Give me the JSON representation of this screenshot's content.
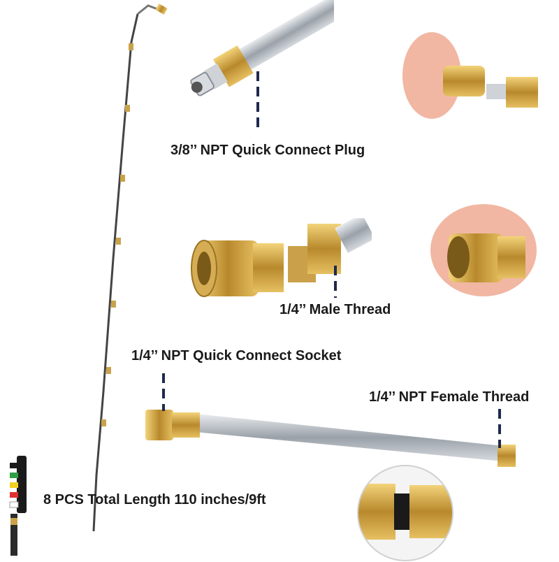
{
  "labels": {
    "plug": "3/8’’ NPT Quick Connect Plug",
    "male_thread": "1/4’’ Male Thread",
    "socket": "1/4’’ NPT Quick Connect Socket",
    "female_thread": "1/4’’ NPT Female Thread",
    "total_length": "8 PCS Total Length 110 inches/9ft"
  },
  "colors": {
    "brass": "#c9a24a",
    "steel": "#b9bec4",
    "dash": "#1f2a4d",
    "skin": "#f1b7a2"
  },
  "nozzle_tip_colors": [
    "#1a1a1a",
    "#2f9e44",
    "#f2d024",
    "#e03131",
    "#ffffff"
  ]
}
